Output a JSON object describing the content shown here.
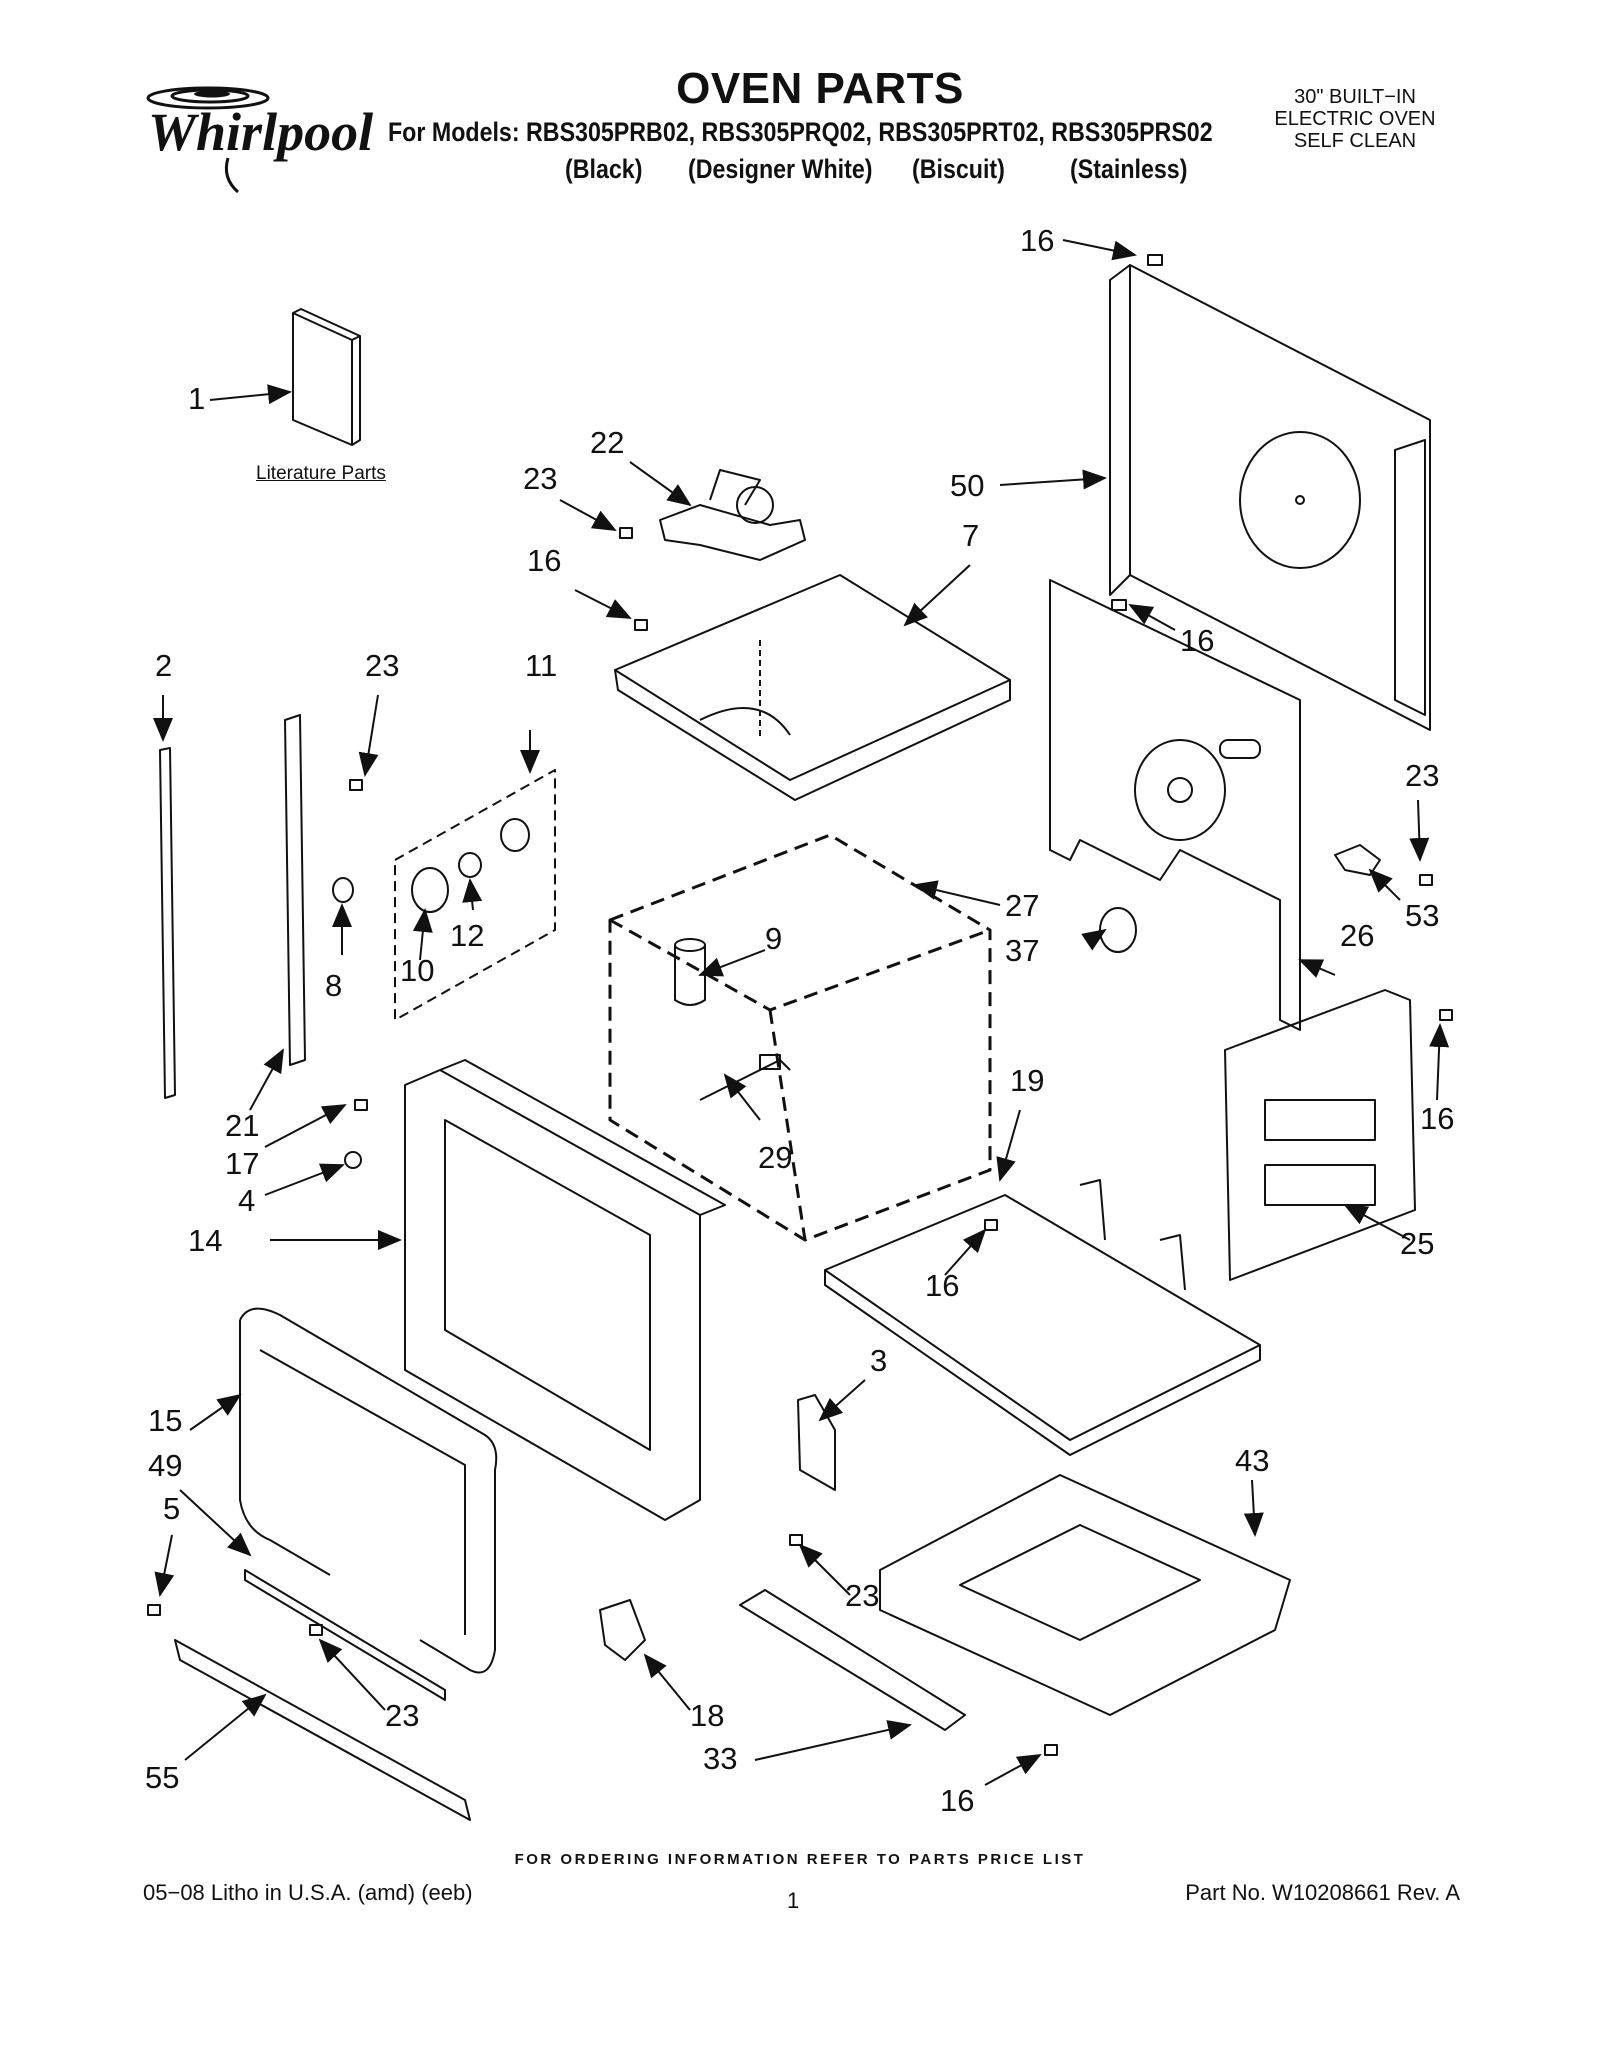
{
  "header": {
    "brand": "Whirlpool",
    "title": "OVEN PARTS",
    "models_line": "For Models: RBS305PRB02, RBS305PRQ02, RBS305PRT02, RBS305PRS02",
    "variants": [
      "(Black)",
      "(Designer White)",
      "(Biscuit)",
      "(Stainless)"
    ],
    "product_type": [
      "30\" BUILT−IN",
      "ELECTRIC OVEN",
      "SELF CLEAN"
    ]
  },
  "diagram": {
    "literature_label": "Literature Parts",
    "callouts": [
      "16",
      "1",
      "22",
      "23",
      "50",
      "7",
      "16",
      "16",
      "2",
      "23",
      "11",
      "23",
      "27",
      "9",
      "37",
      "26",
      "53",
      "12",
      "10",
      "8",
      "21",
      "17",
      "4",
      "14",
      "29",
      "19",
      "16",
      "25",
      "16",
      "3",
      "15",
      "49",
      "5",
      "43",
      "23",
      "23",
      "18",
      "33",
      "55",
      "16"
    ]
  },
  "footer": {
    "ordering_note": "FOR ORDERING INFORMATION REFER TO PARTS PRICE LIST",
    "litho": "05−08 Litho in U.S.A. (amd) (eeb)",
    "page_number": "1",
    "part_number": "Part No. W10208661 Rev. A"
  }
}
